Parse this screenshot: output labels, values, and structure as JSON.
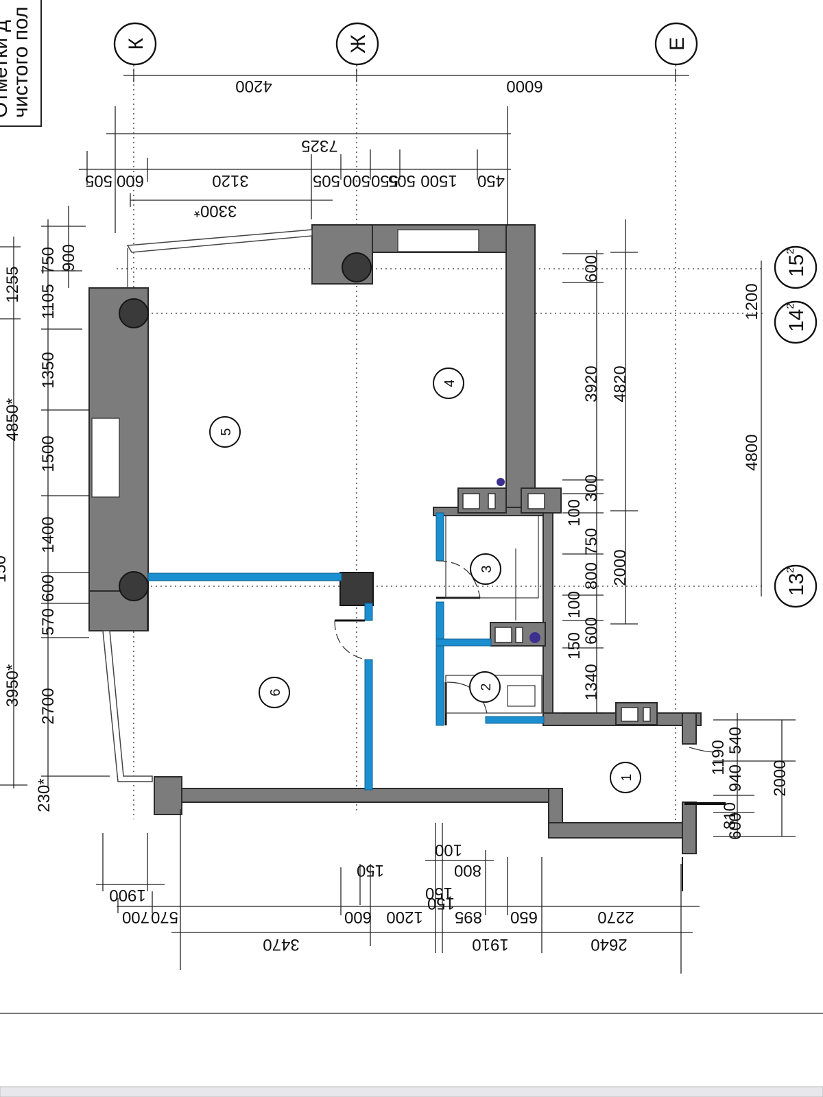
{
  "note": {
    "lines": [
      "чистого пол",
      "Отметки д"
    ]
  },
  "axes_top": [
    "К",
    "Ж",
    "Е"
  ],
  "axes_right": [
    {
      "main": "15",
      "sup": "2"
    },
    {
      "main": "14",
      "sup": "2"
    },
    {
      "main": "13",
      "sup": "2"
    }
  ],
  "rooms": [
    "1",
    "2",
    "3",
    "4",
    "5",
    "6"
  ],
  "dims": {
    "top_axis": [
      "4200",
      "6000"
    ],
    "top_overall": "7325",
    "top_chain": [
      "505",
      "600",
      "3120",
      "505",
      "500",
      "550",
      "505",
      "1500",
      "450"
    ],
    "top_sub": "3300*",
    "left_chain": [
      "900",
      "750",
      "1105",
      "1350",
      "1500",
      "1400",
      "600",
      "570",
      "2700",
      "230*"
    ],
    "left_outer": [
      "1255",
      "4850*",
      "3950*",
      "150"
    ],
    "right_chain": [
      "600",
      "3920",
      "300",
      "100",
      "750",
      "800",
      "100",
      "600",
      "150",
      "1340"
    ],
    "right_totals": [
      "4820",
      "2000"
    ],
    "right_axis": [
      "1200",
      "4800"
    ],
    "right_entry": [
      "540",
      "940",
      "1190",
      "810",
      "600"
    ],
    "right_entry_total": "2000",
    "bottom_chain": [
      "700",
      "570",
      "600",
      "1200",
      "150",
      "895",
      "650",
      "2270"
    ],
    "bottom_total": [
      "3470",
      "1910",
      "2640"
    ],
    "bottom_extra": [
      "1900",
      "150",
      "800",
      "100",
      "150"
    ]
  }
}
